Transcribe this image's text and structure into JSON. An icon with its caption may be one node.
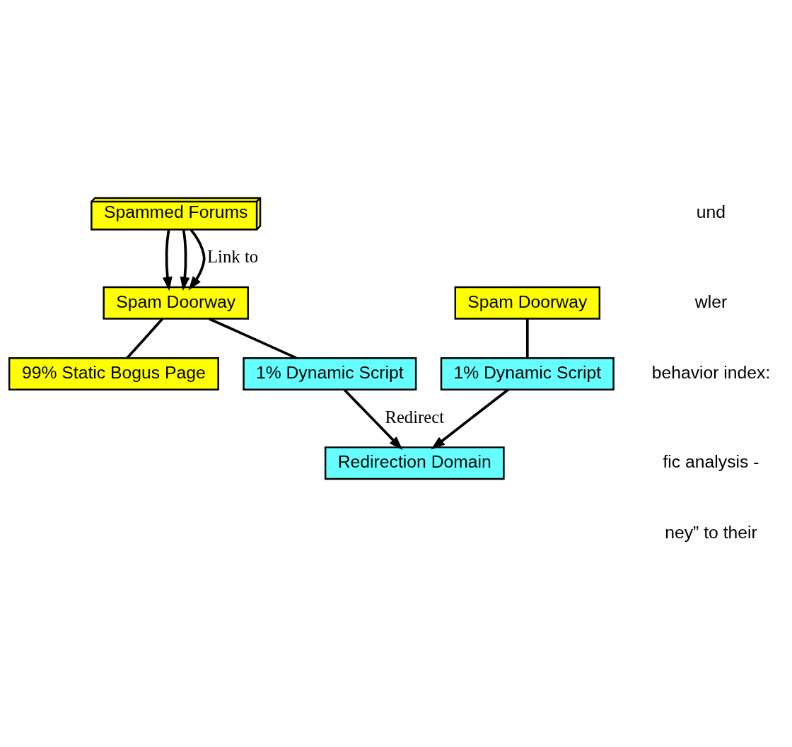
{
  "diagram": {
    "nodes": [
      {
        "text": [
          "Spammed Forums"
        ]
      },
      {
        "text": [
          "Spam Doorway"
        ]
      },
      {
        "text": [
          "99% Static Bogus Page"
        ]
      },
      {
        "text": [
          "1% Dynamic Script"
        ]
      },
      {
        "text": [
          "Spam Doorway"
        ]
      },
      {
        "text": [
          "1% Dynamic Script"
        ]
      },
      {
        "text": [
          "Redirection Domain"
        ]
      }
    ],
    "edges": [
      {
        "from": 0,
        "to": 1,
        "arrow": "to"
      },
      {
        "from": 0,
        "to": 1,
        "arrow": "to"
      },
      {
        "from": 0,
        "to": 1,
        "arrow": "to",
        "label": "Link to"
      },
      {
        "from": 1,
        "to": 2,
        "arrow": "none"
      },
      {
        "from": 1,
        "to": 3,
        "arrow": "none"
      },
      {
        "from": 4,
        "to": 5,
        "arrow": "none"
      },
      {
        "from": 3,
        "to": 6,
        "arrow": "to",
        "label": "Redirect"
      },
      {
        "from": 5,
        "to": 6,
        "arrow": "to"
      }
    ],
    "labels": [
      "und",
      "wler",
      "behavior index:",
      "fic analysis -",
      "ney” to their"
    ]
  }
}
